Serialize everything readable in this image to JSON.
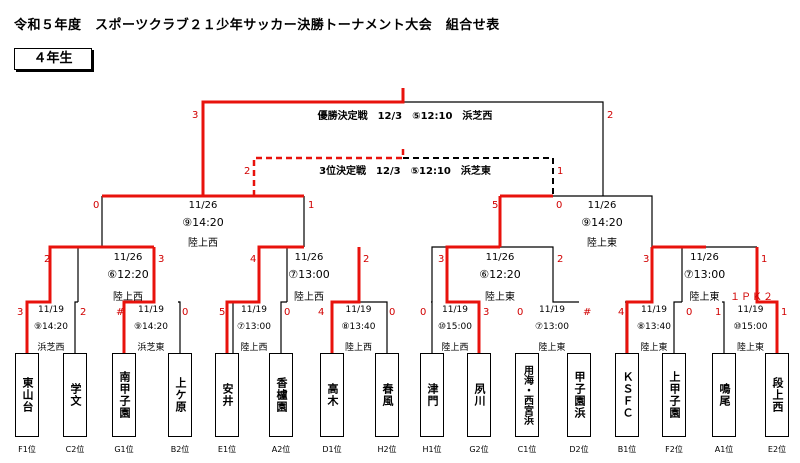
{
  "title": "令和５年度　スポーツクラブ２１少年サッカー決勝トーナメント大会　組合せ表",
  "grade_label": "４年生",
  "colors": {
    "winner_line": "#e8120c",
    "line": "#000000",
    "score": "#d10000"
  },
  "final": {
    "label": "優勝決定戦　12/3　⑤12:10　浜芝西",
    "score_left": "3",
    "score_right": "2"
  },
  "third_place": {
    "label": "3位決定戦　12/3　⑤12:10　浜芝東",
    "score_left": "2",
    "score_right": "1"
  },
  "semifinals": [
    {
      "date": "11/26",
      "time": "⑨14:20",
      "venue": "陸上西",
      "score_left": "0",
      "score_right": "1"
    },
    {
      "date": "11/26",
      "time": "⑨14:20",
      "venue": "陸上東",
      "score_left": "5",
      "score_right": "0"
    }
  ],
  "quarterfinals": [
    {
      "date": "11/26",
      "time": "⑥12:20",
      "venue": "陸上西",
      "score_left": "2",
      "score_right": "3"
    },
    {
      "date": "11/26",
      "time": "⑦13:00",
      "venue": "陸上西",
      "score_left": "4",
      "score_right": "2"
    },
    {
      "date": "11/26",
      "time": "⑥12:20",
      "venue": "陸上東",
      "score_left": "3",
      "score_right": "2"
    },
    {
      "date": "11/26",
      "time": "⑦13:00",
      "venue": "陸上東",
      "score_left": "3",
      "score_right": "1",
      "note": "１ＰＫ２"
    }
  ],
  "first_round": [
    {
      "date": "11/19",
      "time": "⑨14:20",
      "venue": "浜芝西",
      "score_left": "3",
      "score_right": "2"
    },
    {
      "date": "11/19",
      "time": "⑨14:20",
      "venue": "浜芝東",
      "score_left": "#",
      "score_right": "0"
    },
    {
      "date": "11/19",
      "time": "⑦13:00",
      "venue": "陸上西",
      "score_left": "5",
      "score_right": "0"
    },
    {
      "date": "11/19",
      "time": "⑧13:40",
      "venue": "陸上西",
      "score_left": "4",
      "score_right": "0"
    },
    {
      "date": "11/19",
      "time": "⑩15:00",
      "venue": "陸上西",
      "score_left": "0",
      "score_right": "3"
    },
    {
      "date": "11/19",
      "time": "⑦13:00",
      "venue": "陸上東",
      "score_left": "0",
      "score_right": "#"
    },
    {
      "date": "11/19",
      "time": "⑧13:40",
      "venue": "陸上東",
      "score_left": "4",
      "score_right": "0"
    },
    {
      "date": "11/19",
      "time": "⑩15:00",
      "venue": "陸上東",
      "score_left": "1",
      "score_right": "1"
    }
  ],
  "teams": [
    {
      "name": "東山台",
      "seed": "F1位"
    },
    {
      "name": "学文",
      "seed": "C2位"
    },
    {
      "name": "南甲子園",
      "seed": "G1位"
    },
    {
      "name": "上ケ原",
      "seed": "B2位"
    },
    {
      "name": "安井",
      "seed": "E1位"
    },
    {
      "name": "香櫨園",
      "seed": "A2位"
    },
    {
      "name": "高木",
      "seed": "D1位"
    },
    {
      "name": "春風",
      "seed": "H2位"
    },
    {
      "name": "津門",
      "seed": "H1位"
    },
    {
      "name": "夙川",
      "seed": "G2位"
    },
    {
      "name": "用海・西宮浜",
      "seed": "C1位"
    },
    {
      "name": "甲子園浜",
      "seed": "D2位"
    },
    {
      "name": "ＫＳＦＣ",
      "seed": "B1位"
    },
    {
      "name": "上甲子園",
      "seed": "F2位"
    },
    {
      "name": "鳴尾",
      "seed": "A1位"
    },
    {
      "name": "段上西",
      "seed": "E2位"
    }
  ]
}
